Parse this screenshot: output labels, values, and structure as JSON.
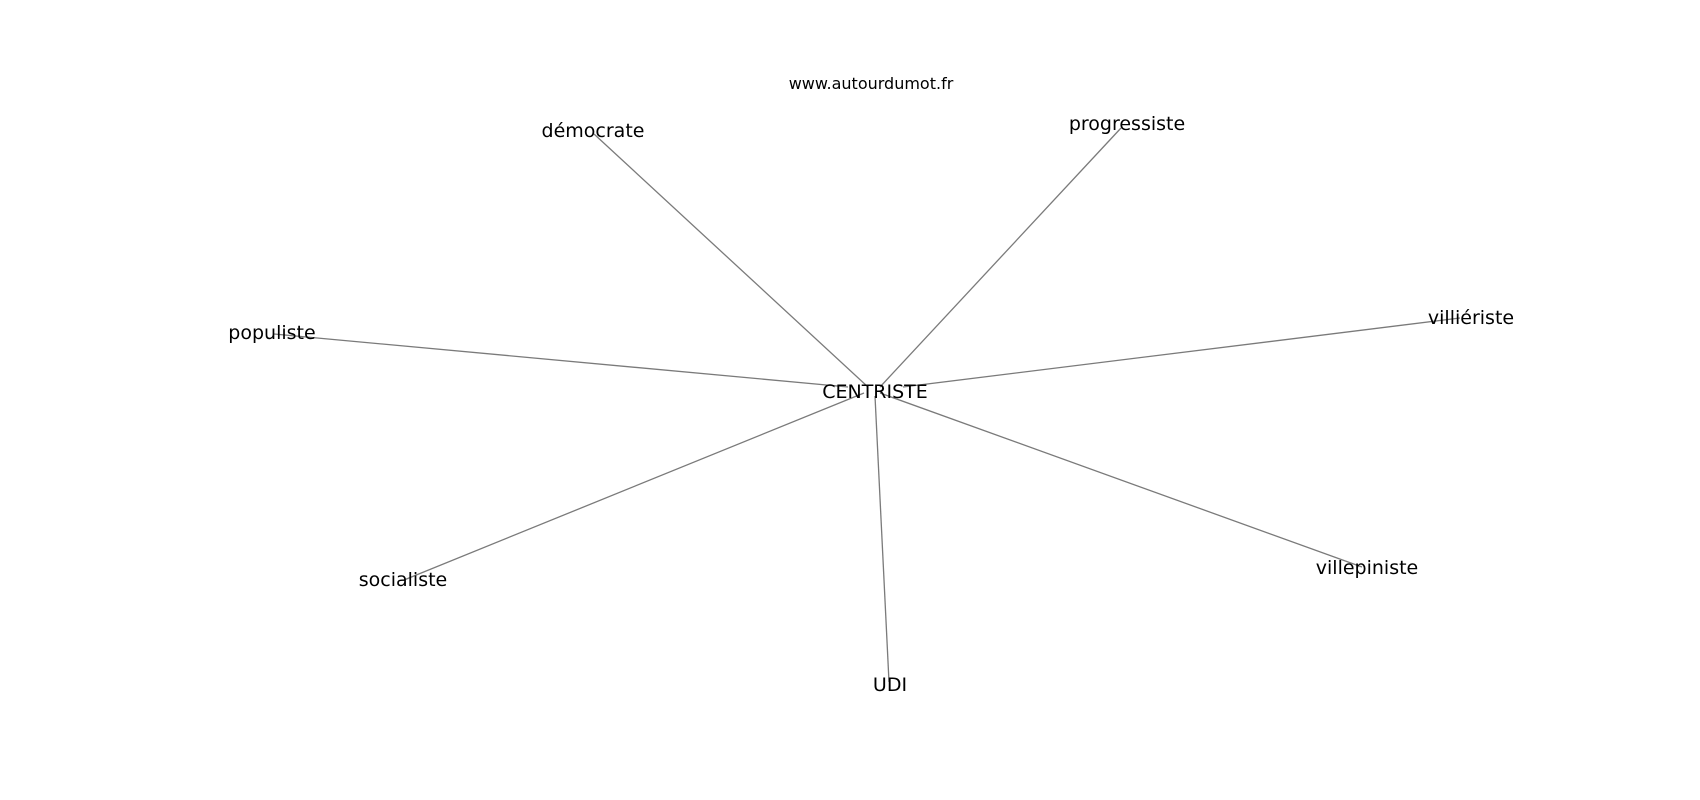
{
  "source": "www.autourdumot.fr",
  "center": "CENTRISTE",
  "terms": [
    "progressiste",
    "démocrate",
    "populiste",
    "socialiste",
    "UDI",
    "villepiniste",
    "villiériste"
  ],
  "colors": {
    "edge": "#7a7a7a",
    "text": "#000000",
    "background": "#ffffff"
  }
}
